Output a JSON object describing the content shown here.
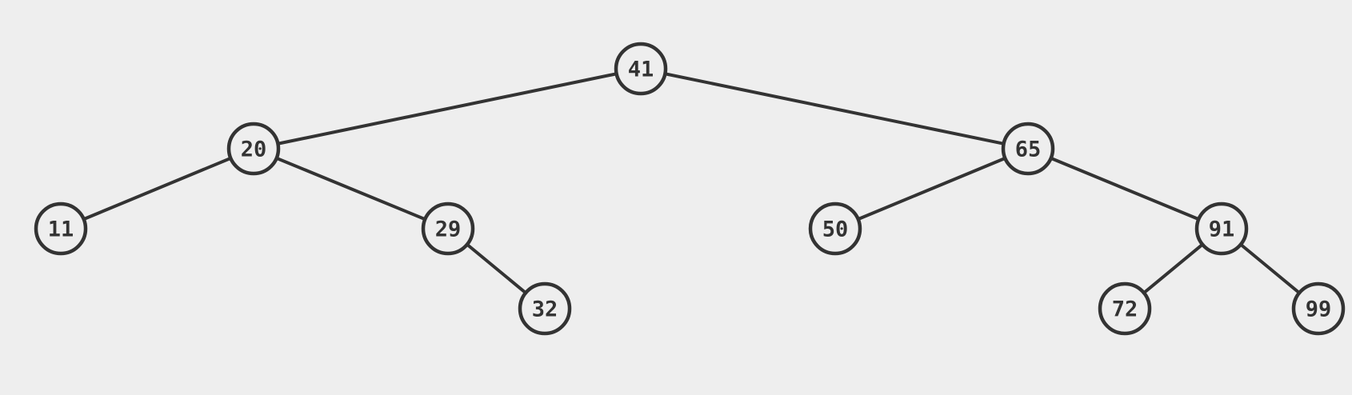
{
  "tree": {
    "root": "41",
    "nodes": [
      {
        "key": "41",
        "label": "41"
      },
      {
        "key": "20",
        "label": "20"
      },
      {
        "key": "65",
        "label": "65"
      },
      {
        "key": "11",
        "label": "11"
      },
      {
        "key": "29",
        "label": "29"
      },
      {
        "key": "32",
        "label": "32"
      },
      {
        "key": "50",
        "label": "50"
      },
      {
        "key": "91",
        "label": "91"
      },
      {
        "key": "72",
        "label": "72"
      },
      {
        "key": "99",
        "label": "99"
      }
    ],
    "edges": [
      {
        "from": "41",
        "to": "20"
      },
      {
        "from": "41",
        "to": "65"
      },
      {
        "from": "20",
        "to": "11"
      },
      {
        "from": "20",
        "to": "29"
      },
      {
        "from": "29",
        "to": "32"
      },
      {
        "from": "65",
        "to": "50"
      },
      {
        "from": "65",
        "to": "91"
      },
      {
        "from": "91",
        "to": "72"
      },
      {
        "from": "91",
        "to": "99"
      }
    ]
  }
}
